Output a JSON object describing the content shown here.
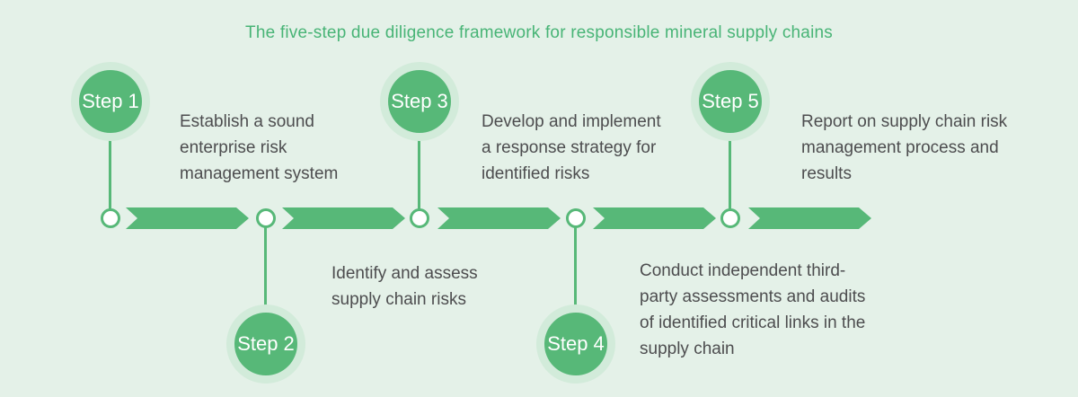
{
  "title": "The five-step due diligence framework for responsible mineral supply chains",
  "steps": [
    {
      "label": "Step 1",
      "description": "Establish a sound\nenterprise risk\nmanagement system"
    },
    {
      "label": "Step 2",
      "description": "Identify and assess\nsupply chain risks"
    },
    {
      "label": "Step 3",
      "description": "Develop and implement\na response strategy for\nidentified risks"
    },
    {
      "label": "Step 4",
      "description": "Conduct independent third-\nparty assessments and audits\nof identified critical links in the\nsupply chain"
    },
    {
      "label": "Step 5",
      "description": "Report on supply chain risk\nmanagement process and\nresults"
    }
  ],
  "colors": {
    "background": "#e4f1e8",
    "accent_green": "#57b878",
    "halo_green": "#d2ebda",
    "title_green": "#48b476",
    "text_dark": "#4d4d4f"
  }
}
